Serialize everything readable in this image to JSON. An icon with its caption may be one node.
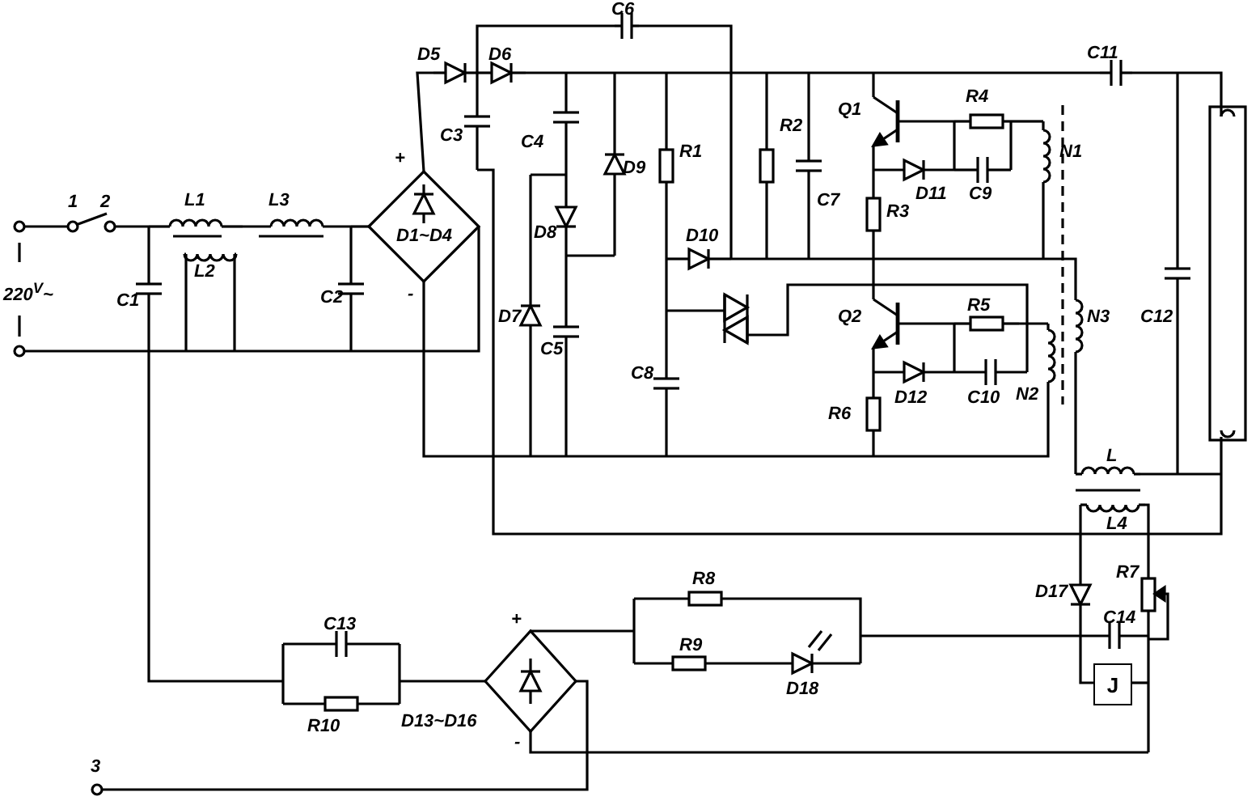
{
  "diagram": {
    "nodes": [
      {
        "text": [
          "J"
        ]
      }
    ],
    "edges": [],
    "labels": [
      "C6",
      "D5",
      "D6",
      "C11",
      "Q1",
      "R4",
      "C3",
      "C4",
      "D9",
      "R1",
      "R2",
      "C7",
      "N1",
      "D11",
      "C9",
      "1",
      "2",
      "L1",
      "L3",
      "+",
      "D1~D4",
      "D8",
      "D10",
      "R3",
      "220$^{V}$~",
      "C1",
      "L2",
      "C2",
      "-",
      "D7",
      "C5",
      "C8",
      "Q2",
      "R5",
      "N3",
      "N2",
      "C12",
      "D12",
      "C10",
      "R6",
      "L",
      "L4",
      "R8",
      "C13",
      "+",
      "D17",
      "R7",
      "C14",
      "R9",
      "R10",
      "D18",
      "D13~D16",
      "-",
      "3"
    ]
  }
}
